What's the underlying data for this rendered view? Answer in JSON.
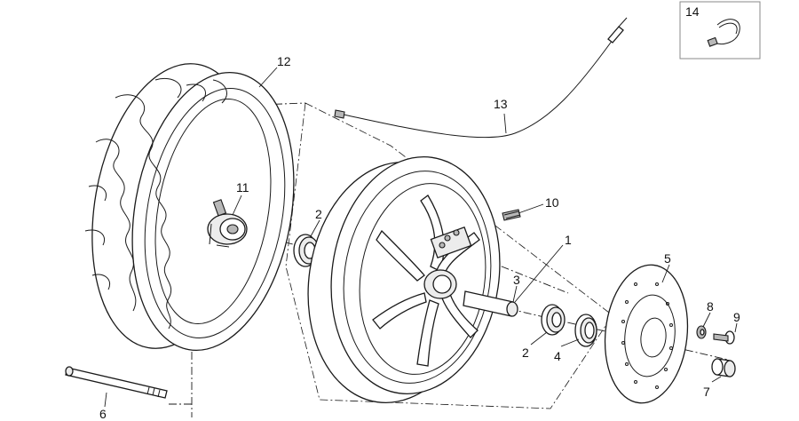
{
  "callouts": {
    "c1": "1",
    "c2a": "2",
    "c2b": "2",
    "c3": "3",
    "c4": "4",
    "c5": "5",
    "c6": "6",
    "c7": "7",
    "c8": "8",
    "c9": "9",
    "c10": "10",
    "c11": "11",
    "c12": "12",
    "c13": "13",
    "c14": "14"
  },
  "colors": {
    "line": "#1a1a1a",
    "part_fill": "#ececec",
    "background": "#ffffff"
  }
}
